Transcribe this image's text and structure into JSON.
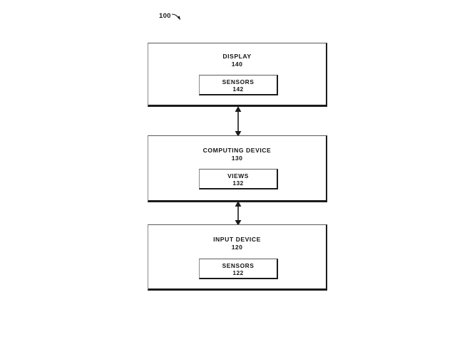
{
  "figure": {
    "reference_label": "100",
    "background_color": "#ffffff",
    "line_color": "#1b1b1b"
  },
  "blocks": [
    {
      "id": "display",
      "title": "DISPLAY",
      "number": "140",
      "sub": {
        "title": "SENSORS",
        "number": "142"
      }
    },
    {
      "id": "computing-device",
      "title": "COMPUTING DEVICE",
      "number": "130",
      "sub": {
        "title": "VIEWS",
        "number": "132"
      }
    },
    {
      "id": "input-device",
      "title": "INPUT DEVICE",
      "number": "120",
      "sub": {
        "title": "SENSORS",
        "number": "122"
      }
    }
  ],
  "connectors": [
    {
      "id": "display-computing",
      "from": "display",
      "to": "computing-device",
      "style": "double-arrow-vertical"
    },
    {
      "id": "computing-input",
      "from": "computing-device",
      "to": "input-device",
      "style": "double-arrow-vertical"
    }
  ]
}
